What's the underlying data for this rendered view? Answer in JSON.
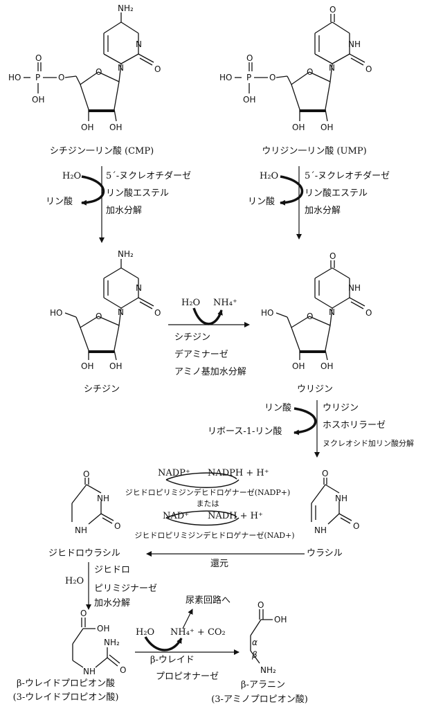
{
  "cmp": {
    "name": "シチジン一リン酸 (CMP)"
  },
  "ump": {
    "name": "ウリジン一リン酸 (UMP)"
  },
  "step1": {
    "reactant": "H₂O",
    "product": "リン酸",
    "enzyme": [
      "5´-ヌクレオチダーゼ",
      "リン酸エステル",
      "加水分解"
    ]
  },
  "step2": {
    "reactant": "H₂O",
    "product": "リン酸",
    "enzyme": [
      "5´-ヌクレオチダーゼ",
      "リン酸エステル",
      "加水分解"
    ]
  },
  "cytidine": {
    "name": "シチジン"
  },
  "step3": {
    "reactant": "H₂O",
    "product": "NH₄⁺",
    "enzyme": [
      "シチジン",
      "デアミナーゼ",
      "アミノ基加水分解"
    ]
  },
  "uridine": {
    "name": "ウリジン"
  },
  "step4": {
    "reactant": "リン酸",
    "product": "リボース-1-リン酸",
    "enzyme": [
      "ウリジン",
      "ホスホリラーゼ",
      "ヌクレオシド加リン酸分解"
    ]
  },
  "uracil": {
    "name": "ウラシル"
  },
  "step5": {
    "cof1_left": "NADP⁺",
    "cof1_right": "NADPH + H⁺",
    "enzyme1": "ジヒドロピリミジンデヒドロゲナーゼ(NADP+)",
    "or": "または",
    "cof2_left": "NAD⁺",
    "cof2_right": "NADH + H⁺",
    "enzyme2": "ジヒドロピリミジンデヒドロゲナーゼ(NAD+)",
    "label": "還元"
  },
  "dihydrouracil": {
    "name": "ジヒドロウラシル"
  },
  "step6": {
    "reactant": "H₂O",
    "enzyme": [
      "ジヒドロ",
      "ピリミジナーゼ",
      "加水分解"
    ]
  },
  "ureidopropionate": {
    "name": "β-ウレイドプロピオン酸",
    "alt": "(3-ウレイドプロピオン酸)"
  },
  "step7": {
    "reactant": "H₂O",
    "product": "NH₄⁺ + CO₂",
    "destination": "尿素回路へ",
    "enzyme": [
      "β-ウレイド",
      "プロピオナーゼ"
    ]
  },
  "alanine": {
    "name": "β-アラニン",
    "alt": "(3-アミノプロピオン酸)"
  },
  "atoms": {
    "NH2": "NH₂",
    "N": "N",
    "NH": "NH",
    "O": "O",
    "OH": "OH",
    "HO": "HO",
    "P": "P",
    "alpha": "α",
    "beta": "β"
  }
}
